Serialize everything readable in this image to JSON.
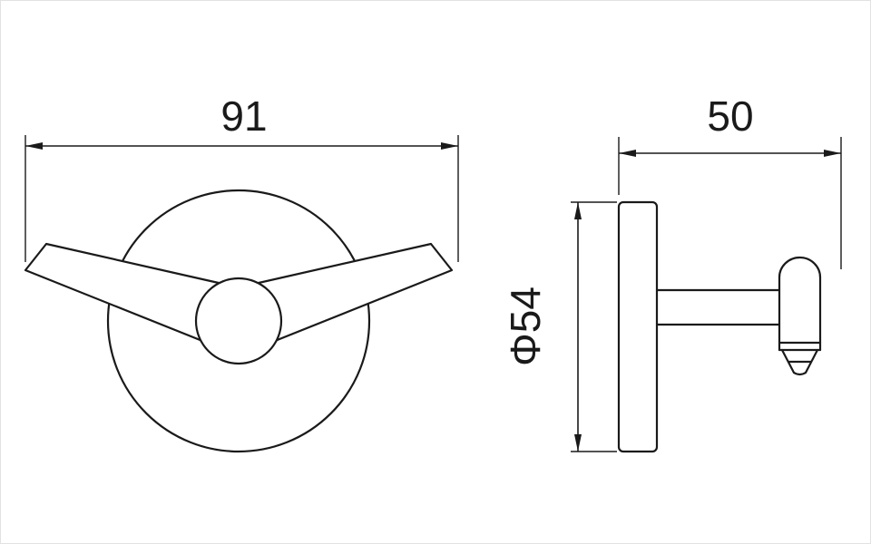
{
  "diagram": {
    "kind": "technical-drawing",
    "dimensions": {
      "front_width": "91",
      "side_depth": "50",
      "plate_diameter": "Φ54"
    }
  }
}
